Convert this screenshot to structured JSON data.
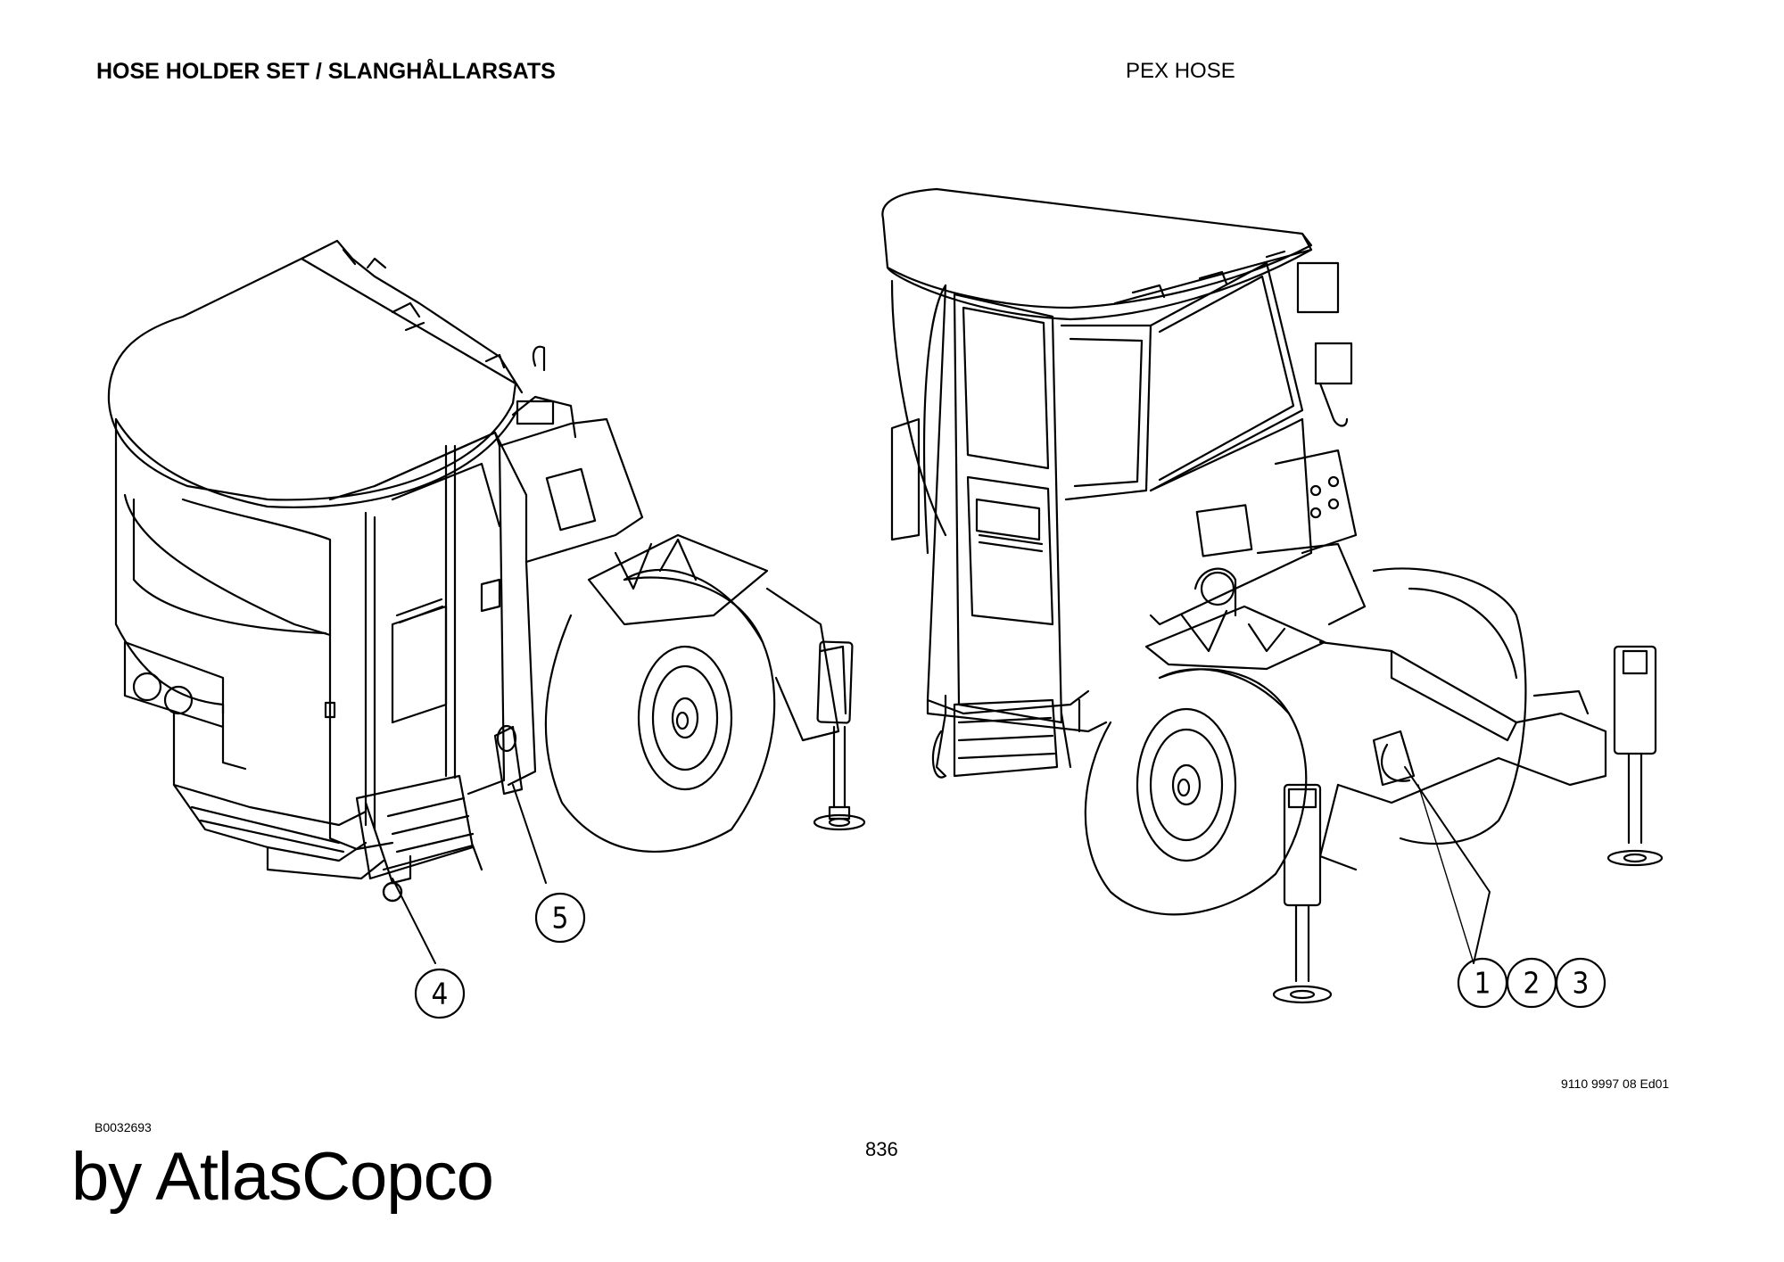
{
  "header": {
    "title": "HOSE HOLDER SET / SLANGHÅLLARSATS",
    "subtitle": "PEX HOSE"
  },
  "callouts": {
    "c1": "1",
    "c2": "2",
    "c3": "3",
    "c4": "4",
    "c5": "5"
  },
  "footer": {
    "doc_ref": "9110 9997 08 Ed01",
    "figure_id": "B0032693",
    "page_number": "836",
    "brand": "by AtlasCopco"
  }
}
